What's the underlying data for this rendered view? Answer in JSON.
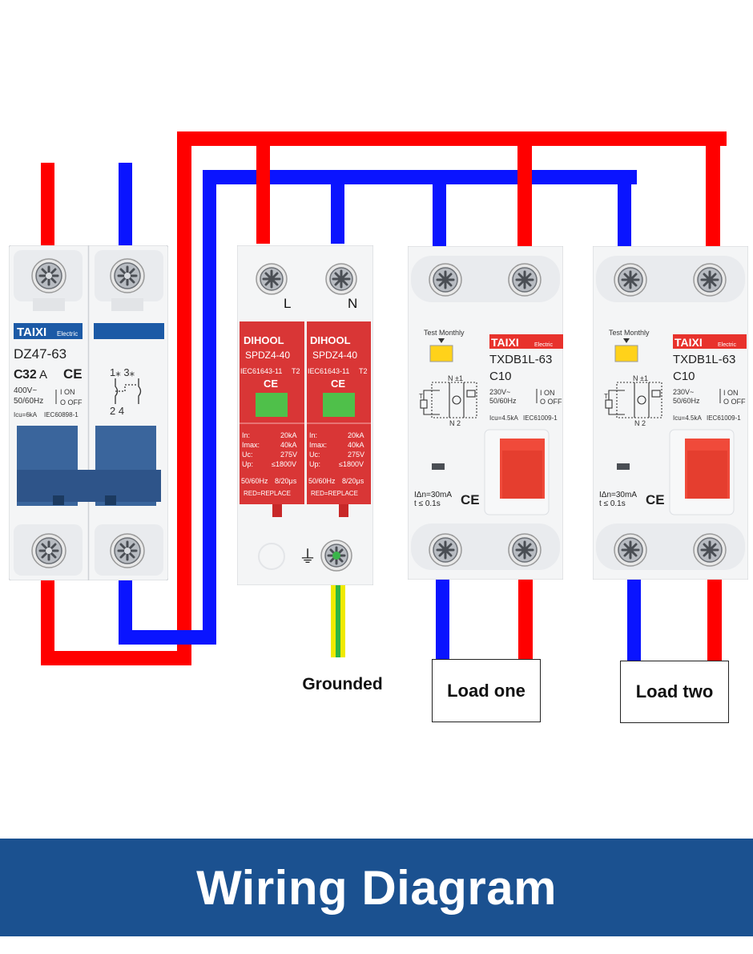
{
  "colors": {
    "live": "#ff0000",
    "neutral": "#0a14ff",
    "earth_green": "#2fb545",
    "earth_yellow": "#f0ea00",
    "banner": "#1b5190",
    "spd_red": "#d93636",
    "rcbo_red": "#f04a3a",
    "handle_blue": "#2e5489"
  },
  "mcb": {
    "brand": "TAIXI",
    "brand_suffix": "Electric",
    "model": "DZ47-63",
    "rating_prefix": "C",
    "rating_value": "32",
    "rating_unit": "A",
    "ce": "CE",
    "voltage": "400V~",
    "frequency": "50/60Hz",
    "on_label": "I ON",
    "off_label": "O OFF",
    "icu": "Icu=6kA",
    "standard": "IEC60898-1",
    "pole_top": "1⁎ 3⁎",
    "pole_bottom": "2   4"
  },
  "spd": {
    "terminal_l": "L",
    "terminal_n": "N",
    "brand": "DIHOOL",
    "model": "SPDZ4-40",
    "standard": "IEC61643-11",
    "class": "T2",
    "ce": "CE",
    "specs": [
      {
        "label": "In:",
        "value": "20kA"
      },
      {
        "label": "Imax:",
        "value": "40kA"
      },
      {
        "label": "Uc:",
        "value": "275V"
      },
      {
        "label": "Up:",
        "value": "≤1800V"
      }
    ],
    "freq": "50/60Hz",
    "wave": "8/20μs",
    "replace": "RED=REPLACE",
    "earth_symbol": "⏚"
  },
  "rcbos": [
    {
      "test": "Test Monthly",
      "brand": "TAIXI",
      "brand_suffix": "Electric",
      "model": "TXDB1L-63",
      "rating": "C10",
      "voltage": "230V~",
      "frequency": "50/60Hz",
      "on_label": "I ON",
      "off_label": "O OFF",
      "icu": "Icu=4.5kA",
      "standard": "IEC61009-1",
      "leak": "IΔn=30mA",
      "time": "t ≤ 0.1s",
      "ce": "CE"
    },
    {
      "test": "Test Monthly",
      "brand": "TAIXI",
      "brand_suffix": "Electric",
      "model": "TXDB1L-63",
      "rating": "C10",
      "voltage": "230V~",
      "frequency": "50/60Hz",
      "on_label": "I ON",
      "off_label": "O OFF",
      "icu": "Icu=4.5kA",
      "standard": "IEC61009-1",
      "leak": "IΔn=30mA",
      "time": "t ≤ 0.1s",
      "ce": "CE"
    }
  ],
  "labels": {
    "grounded": "Grounded",
    "load_one": "Load one",
    "load_two": "Load two"
  },
  "banner": {
    "title": "Wiring Diagram"
  }
}
